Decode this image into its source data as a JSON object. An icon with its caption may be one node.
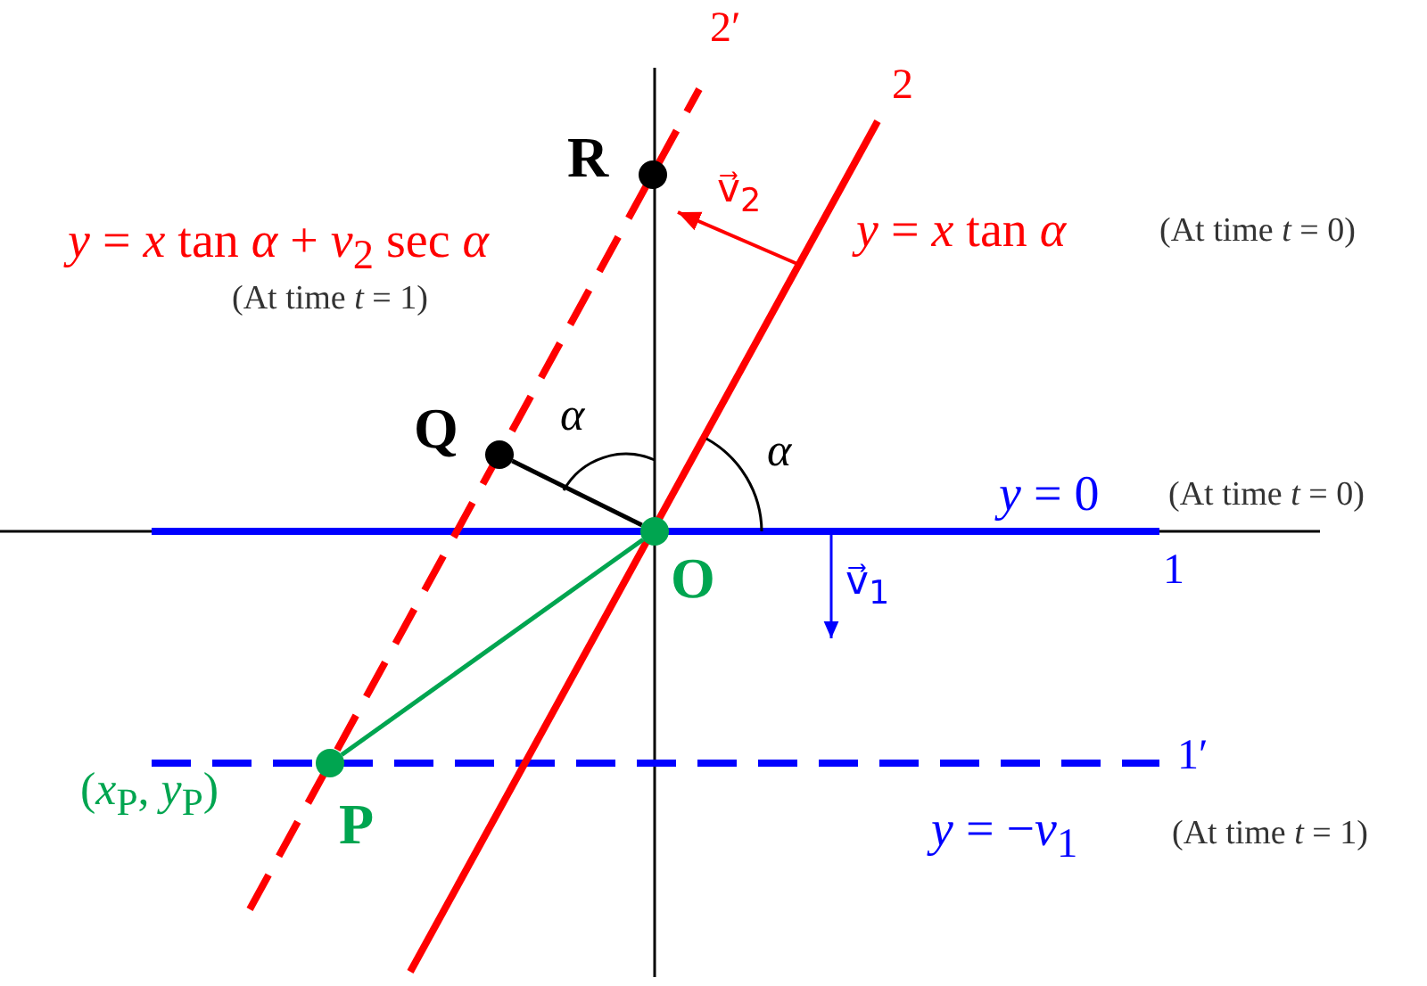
{
  "diagram": {
    "nodes": [
      {
        "text": [
          "R"
        ]
      },
      {
        "text": [
          "Q"
        ]
      },
      {
        "text": [
          "O"
        ]
      },
      {
        "text": [
          "P"
        ],
        "beside": [
          "(*x*$_{P}$, *y*$_{P}$)"
        ]
      }
    ],
    "edges": [
      {
        "from": 1,
        "to": 2,
        "arrow": "none",
        "color": "#000000"
      },
      {
        "from": 2,
        "to": 3,
        "arrow": "none",
        "color": "#00a550"
      }
    ],
    "labels": [
      "2′",
      "2",
      "*y* = *x* tan *α* + *v*$_{2}$ sec *α*",
      "(At time *t* = 1)",
      "v⃗$_{2}$",
      "*y* = *x* tan *α*",
      "(At time *t* = 0)",
      "*α*",
      "*α*",
      "*y* = 0",
      "(At time *t* = 0)",
      "1",
      "v⃗$_{1}$",
      "1′",
      "*y* = −*v*$_{1}$",
      "(At time *t* = 1)"
    ]
  }
}
